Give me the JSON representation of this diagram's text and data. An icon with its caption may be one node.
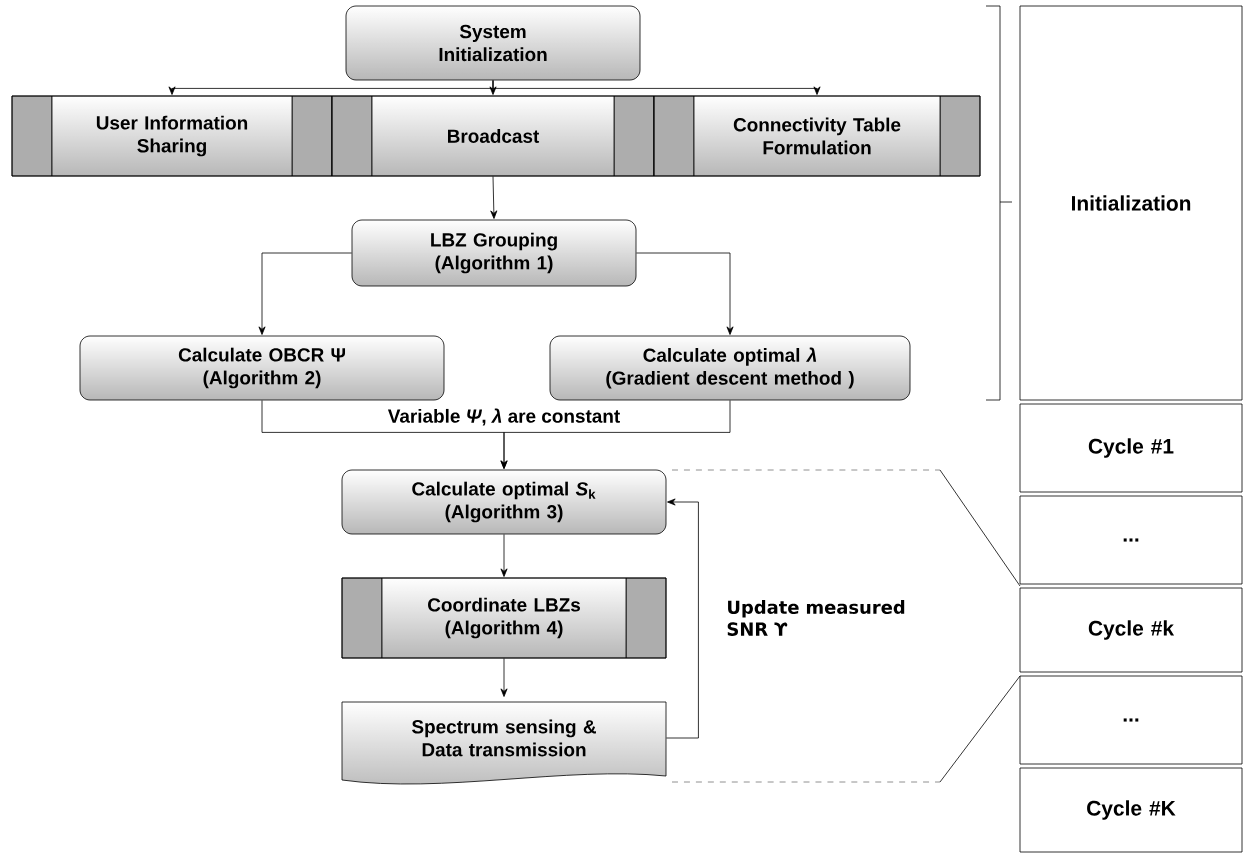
{
  "diagram": {
    "nodes": [
      {
        "text": [
          "System Initialization"
        ]
      },
      {
        "text": [
          "User Information Sharing"
        ]
      },
      {
        "text": [
          "Broadcast"
        ]
      },
      {
        "text": [
          "Connectivity Table Formulation"
        ]
      },
      {
        "text": [
          "LBZ Grouping",
          "(Algorithm 1)"
        ]
      },
      {
        "text": [
          "Calculate OBCR Ψ",
          "(Algorithm 2)"
        ]
      },
      {
        "text": [
          "Calculate optimal *λ*",
          "(Gradient descent method )"
        ]
      },
      {
        "text": [
          "Calculate optimal *S*$_{k}$",
          "(Algorithm 3)"
        ]
      },
      {
        "text": [
          "Coordinate LBZs",
          "(Algorithm 4)"
        ]
      },
      {
        "text": [
          "Spectrum sensing & Data transmission"
        ]
      },
      {
        "text": [
          "Initialization"
        ]
      },
      {
        "text": [
          "Cycle #1"
        ]
      },
      {
        "text": [
          "..."
        ]
      },
      {
        "text": [
          "Cycle #k"
        ]
      },
      {
        "text": [
          "..."
        ]
      },
      {
        "text": [
          "Cycle #K"
        ]
      }
    ],
    "edges": [
      {
        "from": 0,
        "to": 1,
        "arrow": "to"
      },
      {
        "from": 0,
        "to": 2,
        "arrow": "to"
      },
      {
        "from": 0,
        "to": 3,
        "arrow": "to"
      },
      {
        "from": 2,
        "to": 4,
        "arrow": "to"
      },
      {
        "from": 4,
        "to": 5,
        "arrow": "to"
      },
      {
        "from": 4,
        "to": 6,
        "arrow": "to"
      },
      {
        "from": 5,
        "to": 7,
        "arrow": "to"
      },
      {
        "from": 6,
        "to": 7,
        "arrow": "to"
      },
      {
        "from": 7,
        "to": 8,
        "arrow": "to"
      },
      {
        "from": 8,
        "to": 9,
        "arrow": "to"
      },
      {
        "from": 9,
        "to": 7,
        "arrow": "to",
        "label": "Update measured SNR ϒ"
      }
    ],
    "labels": [
      "Variable *Ψ*, *λ* are constant"
    ]
  }
}
